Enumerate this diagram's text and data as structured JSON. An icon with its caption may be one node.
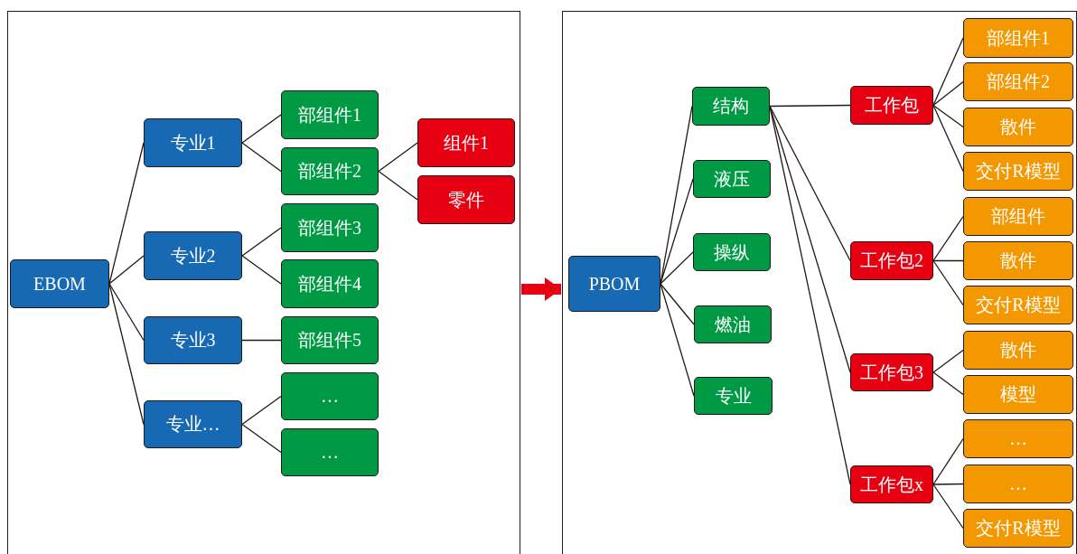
{
  "diagram": {
    "nodes": [
      {
        "text": [],
        "shape": "box"
      },
      {
        "text": [
          "EBOM"
        ],
        "in": 0
      },
      {
        "text": [
          "专业1"
        ],
        "in": 0
      },
      {
        "text": [
          "专业2"
        ],
        "in": 0
      },
      {
        "text": [
          "专业3"
        ],
        "in": 0
      },
      {
        "text": [
          "专业…"
        ],
        "in": 0
      },
      {
        "text": [
          "部组件1"
        ],
        "in": 0
      },
      {
        "text": [
          "部组件2"
        ],
        "in": 0
      },
      {
        "text": [
          "部组件3"
        ],
        "in": 0
      },
      {
        "text": [
          "部组件4"
        ],
        "in": 0
      },
      {
        "text": [
          "部组件5"
        ],
        "in": 0
      },
      {
        "text": [
          "…"
        ],
        "in": 0
      },
      {
        "text": [
          "…"
        ],
        "in": 0
      },
      {
        "text": [
          "组件1"
        ],
        "in": 0
      },
      {
        "text": [
          "零件"
        ],
        "in": 0
      },
      {
        "text": [],
        "shape": "box"
      },
      {
        "text": [
          "PBOM"
        ],
        "in": 15
      },
      {
        "text": [
          "结构"
        ],
        "in": 15
      },
      {
        "text": [
          "液压"
        ],
        "in": 15
      },
      {
        "text": [
          "操纵"
        ],
        "in": 15
      },
      {
        "text": [
          "燃油"
        ],
        "in": 15
      },
      {
        "text": [
          "专业"
        ],
        "in": 15
      },
      {
        "text": [
          "工作包"
        ],
        "in": 15
      },
      {
        "text": [
          "工作包2"
        ],
        "in": 15
      },
      {
        "text": [
          "工作包3"
        ],
        "in": 15
      },
      {
        "text": [
          "工作包x"
        ],
        "in": 15
      },
      {
        "text": [
          "部组件1"
        ],
        "in": 15
      },
      {
        "text": [
          "部组件2"
        ],
        "in": 15
      },
      {
        "text": [
          "散件"
        ],
        "in": 15
      },
      {
        "text": [
          "交付R模型"
        ],
        "in": 15
      },
      {
        "text": [
          "部组件"
        ],
        "in": 15
      },
      {
        "text": [
          "散件"
        ],
        "in": 15
      },
      {
        "text": [
          "交付R模型"
        ],
        "in": 15
      },
      {
        "text": [
          "散件"
        ],
        "in": 15
      },
      {
        "text": [
          "模型"
        ],
        "in": 15
      },
      {
        "text": [
          "…"
        ],
        "in": 15
      },
      {
        "text": [
          "…"
        ],
        "in": 15
      },
      {
        "text": [
          "交付R模型"
        ],
        "in": 15
      }
    ],
    "edges": [
      {
        "from": 1,
        "to": 2,
        "arrow": "none"
      },
      {
        "from": 1,
        "to": 3,
        "arrow": "none"
      },
      {
        "from": 1,
        "to": 4,
        "arrow": "none"
      },
      {
        "from": 1,
        "to": 5,
        "arrow": "none"
      },
      {
        "from": 2,
        "to": 6,
        "arrow": "none"
      },
      {
        "from": 2,
        "to": 7,
        "arrow": "none"
      },
      {
        "from": 3,
        "to": 8,
        "arrow": "none"
      },
      {
        "from": 3,
        "to": 9,
        "arrow": "none"
      },
      {
        "from": 4,
        "to": 10,
        "arrow": "none"
      },
      {
        "from": 5,
        "to": 11,
        "arrow": "none"
      },
      {
        "from": 5,
        "to": 12,
        "arrow": "none"
      },
      {
        "from": 7,
        "to": 13,
        "arrow": "none"
      },
      {
        "from": 7,
        "to": 14,
        "arrow": "none"
      },
      {
        "from": 0,
        "to": 15,
        "arrow": "to",
        "style": "thick",
        "color": "#e60012"
      },
      {
        "from": 16,
        "to": 17,
        "arrow": "none"
      },
      {
        "from": 16,
        "to": 18,
        "arrow": "none"
      },
      {
        "from": 16,
        "to": 19,
        "arrow": "none"
      },
      {
        "from": 16,
        "to": 20,
        "arrow": "none"
      },
      {
        "from": 16,
        "to": 21,
        "arrow": "none"
      },
      {
        "from": 17,
        "to": 22,
        "arrow": "none"
      },
      {
        "from": 17,
        "to": 23,
        "arrow": "none"
      },
      {
        "from": 17,
        "to": 24,
        "arrow": "none"
      },
      {
        "from": 17,
        "to": 25,
        "arrow": "none"
      },
      {
        "from": 22,
        "to": 26,
        "arrow": "none"
      },
      {
        "from": 22,
        "to": 27,
        "arrow": "none"
      },
      {
        "from": 22,
        "to": 28,
        "arrow": "none"
      },
      {
        "from": 22,
        "to": 29,
        "arrow": "none"
      },
      {
        "from": 23,
        "to": 30,
        "arrow": "none"
      },
      {
        "from": 23,
        "to": 31,
        "arrow": "none"
      },
      {
        "from": 23,
        "to": 32,
        "arrow": "none"
      },
      {
        "from": 24,
        "to": 33,
        "arrow": "none"
      },
      {
        "from": 24,
        "to": 34,
        "arrow": "none"
      },
      {
        "from": 25,
        "to": 35,
        "arrow": "none"
      },
      {
        "from": 25,
        "to": 36,
        "arrow": "none"
      },
      {
        "from": 25,
        "to": 37,
        "arrow": "none"
      }
    ]
  }
}
